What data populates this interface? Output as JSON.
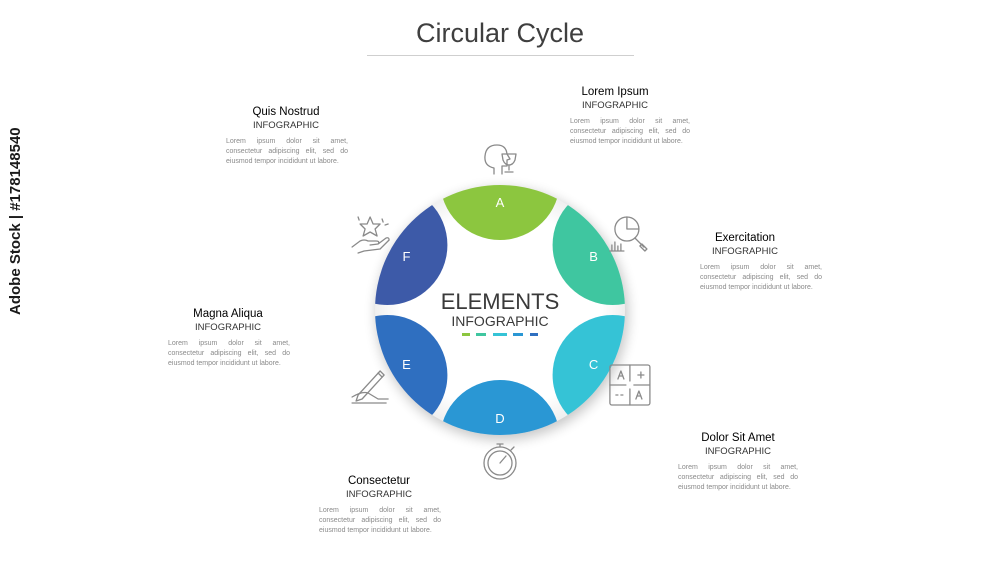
{
  "title": "Circular Cycle",
  "center": {
    "title": "ELEMENTS",
    "subtitle": "INFOGRAPHIC"
  },
  "steps": [
    {
      "letter": "A",
      "heading": "Lorem Ipsum",
      "sub": "INFOGRAPHIC",
      "body": "Lorem ipsum dolor sit amet, consectetur adipiscing elit, sed do eiusmod tempor incididunt ut labore.",
      "color": "#8cc63f",
      "icon": "head-trophy-icon"
    },
    {
      "letter": "B",
      "heading": "Exercitation",
      "sub": "INFOGRAPHIC",
      "body": "Lorem ipsum dolor sit amet, consectetur adipiscing elit, sed do eiusmod tempor incididunt ut labore.",
      "color": "#3fc6a0",
      "icon": "chart-magnifier-icon"
    },
    {
      "letter": "C",
      "heading": "Dolor Sit Amet",
      "sub": "INFOGRAPHIC",
      "body": "Lorem ipsum dolor sit amet, consectetur adipiscing elit, sed do eiusmod tempor incididunt ut labore.",
      "color": "#35c3d6",
      "icon": "puzzle-icon"
    },
    {
      "letter": "D",
      "heading": "Consectetur",
      "sub": "INFOGRAPHIC",
      "body": "Lorem ipsum dolor sit amet, consectetur adipiscing elit, sed do eiusmod tempor incididunt ut labore.",
      "color": "#2a97d4",
      "icon": "stopwatch-icon"
    },
    {
      "letter": "E",
      "heading": "Magna Aliqua",
      "sub": "INFOGRAPHIC",
      "body": "Lorem ipsum dolor sit amet, consectetur adipiscing elit, sed do eiusmod tempor incididunt ut labore.",
      "color": "#2f6fc0",
      "icon": "hand-writing-icon"
    },
    {
      "letter": "F",
      "heading": "Quis Nostrud",
      "sub": "INFOGRAPHIC",
      "body": "Lorem ipsum dolor sit amet, consectetur adipiscing elit, sed do eiusmod tempor incididunt ut labore.",
      "color": "#3d5aa8",
      "icon": "hand-star-icon"
    }
  ],
  "watermark": "Adobe Stock | #178148540"
}
